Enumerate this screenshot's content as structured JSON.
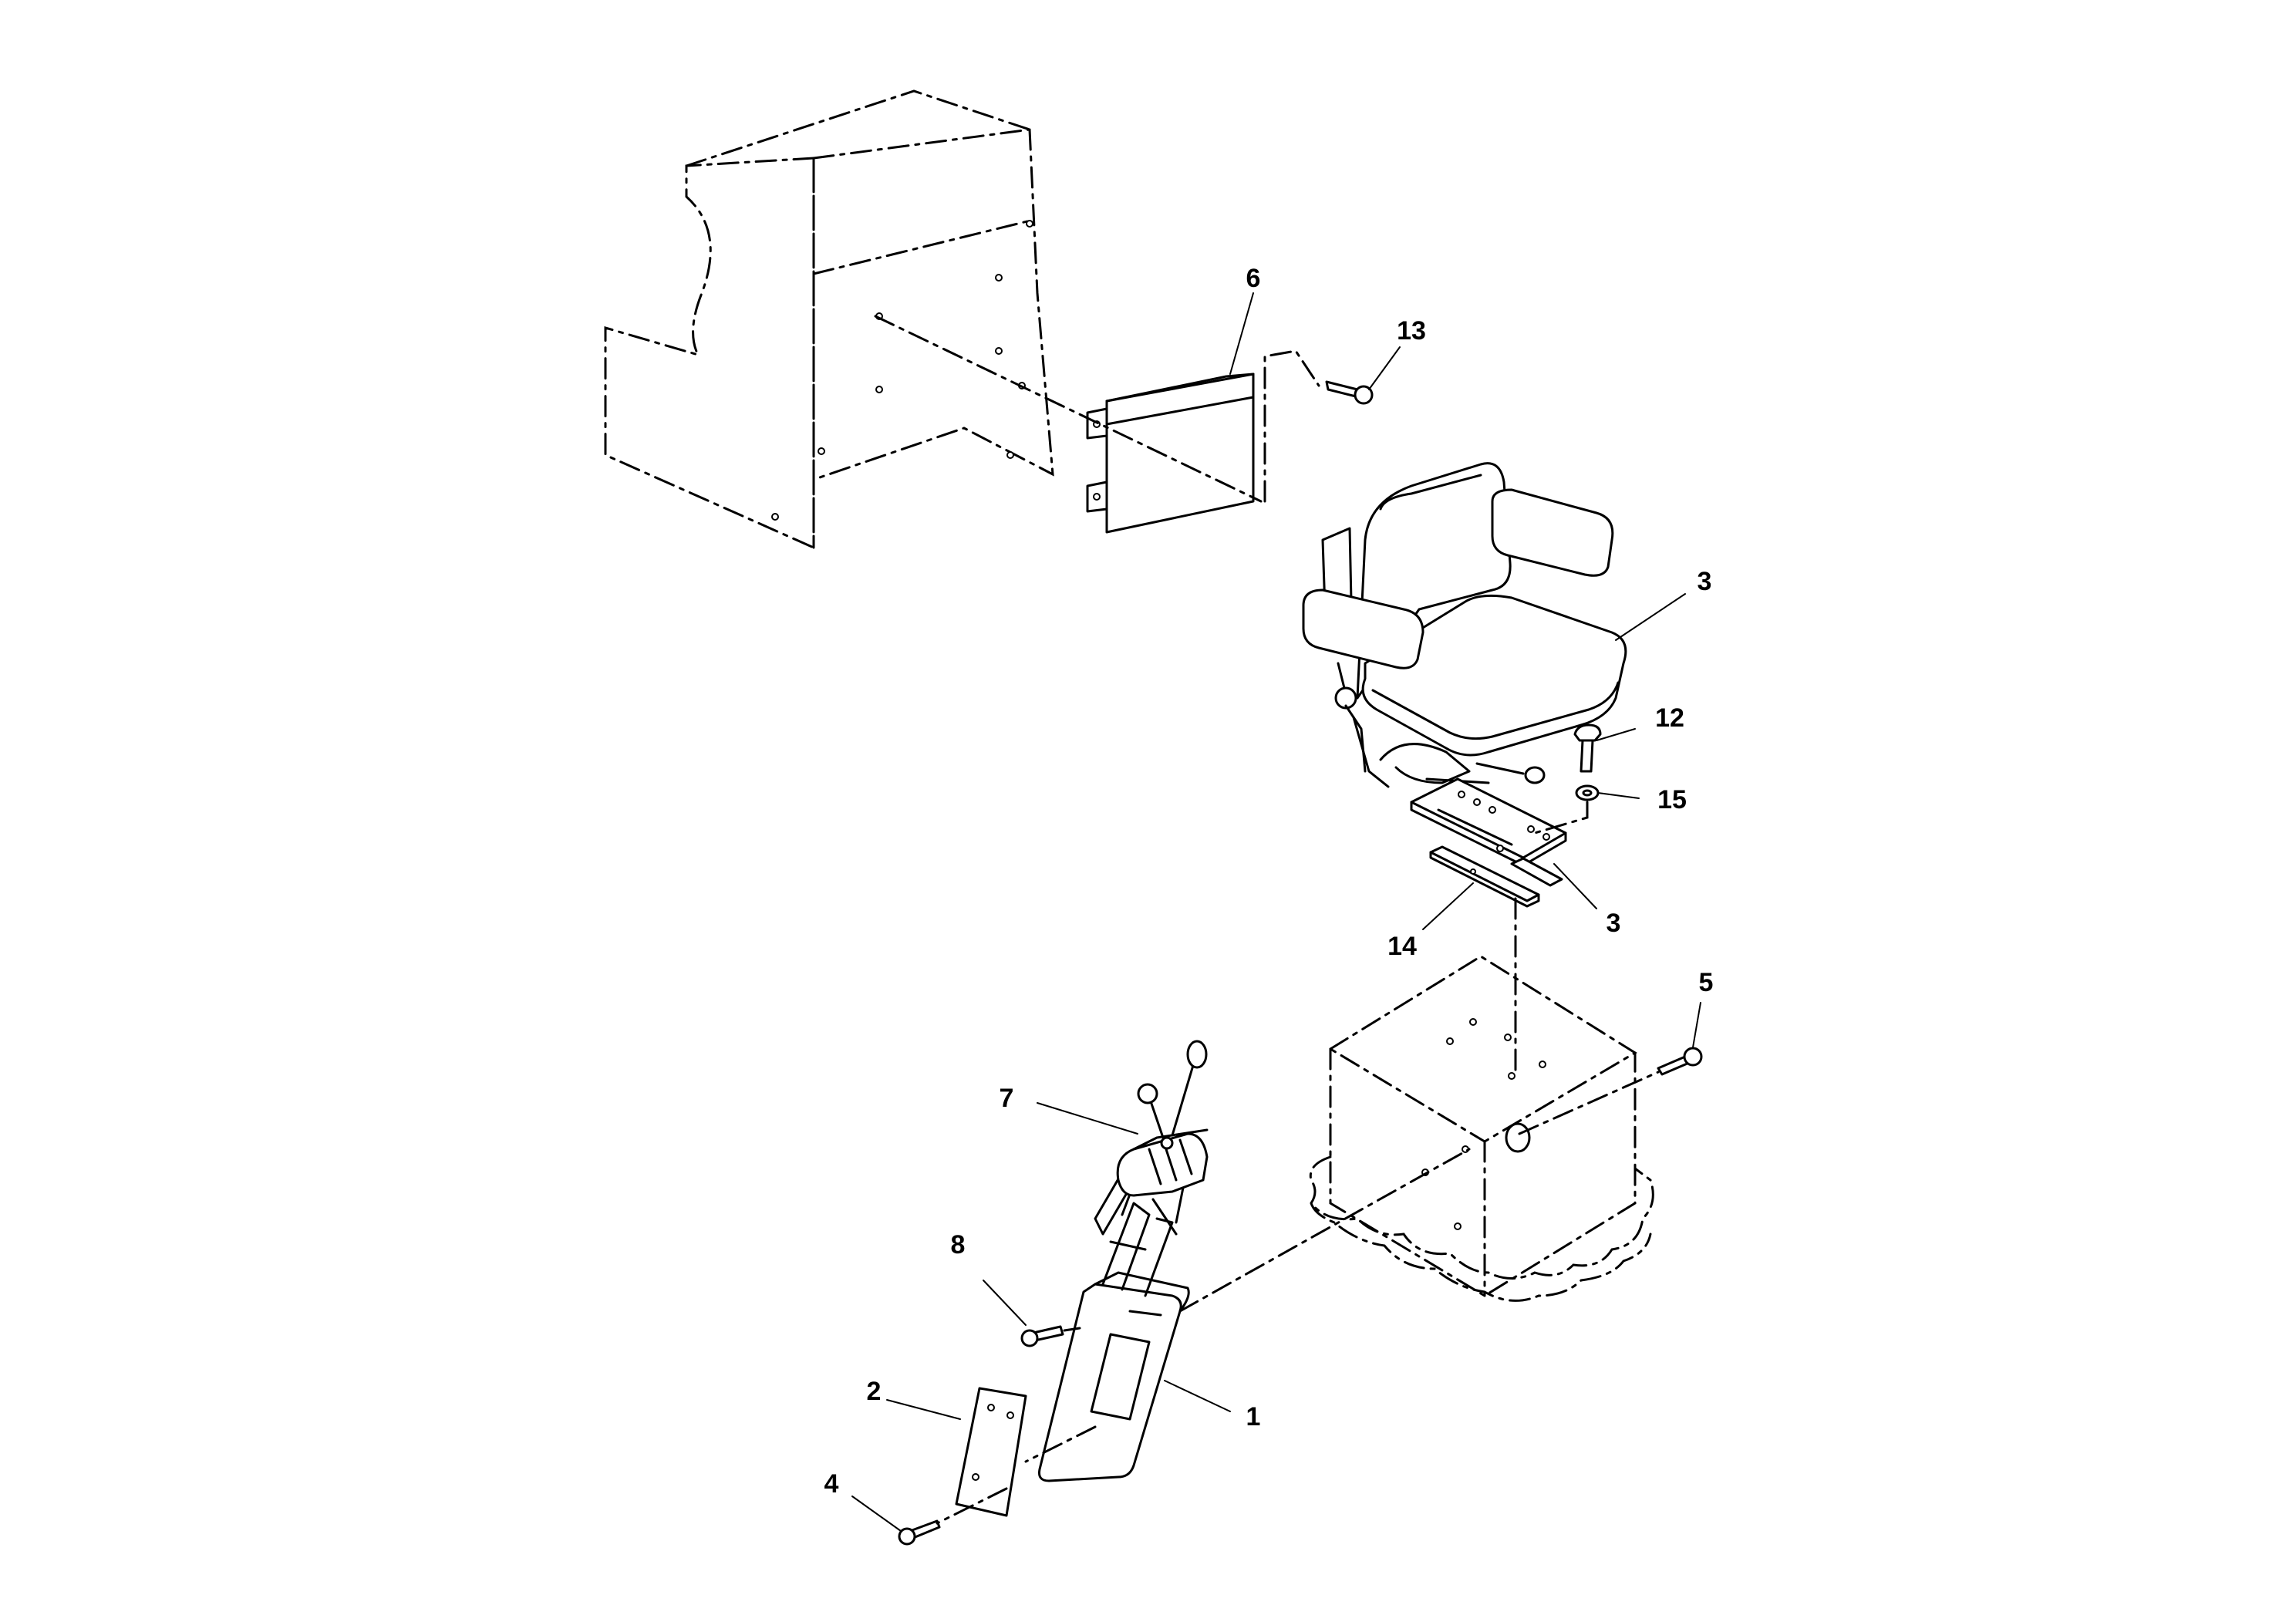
{
  "callouts": {
    "c1": "1",
    "c2": "2",
    "c3_seat": "3",
    "c3_bracket": "3",
    "c4": "4",
    "c5": "5",
    "c6": "6",
    "c7": "7",
    "c8": "8",
    "c12": "12",
    "c13": "13",
    "c14": "14",
    "c15": "15"
  }
}
